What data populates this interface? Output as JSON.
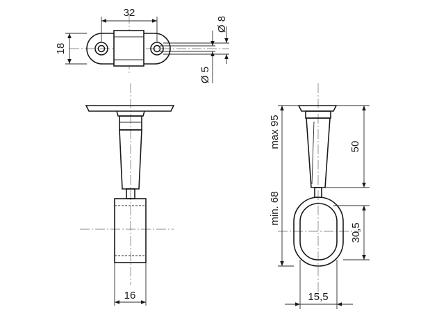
{
  "drawing": {
    "title": "",
    "top_view": {
      "width_label": "32",
      "height_label": "18",
      "hole_outer_label": "Ø 8",
      "hole_inner_label": "Ø 5"
    },
    "front_view": {
      "tube_width_label": "16"
    },
    "side_view": {
      "max_label": "max 95",
      "min_label": "min. 68",
      "upper_label": "50",
      "ring_height_label": "30,5",
      "ring_width_label": "15,5"
    }
  }
}
